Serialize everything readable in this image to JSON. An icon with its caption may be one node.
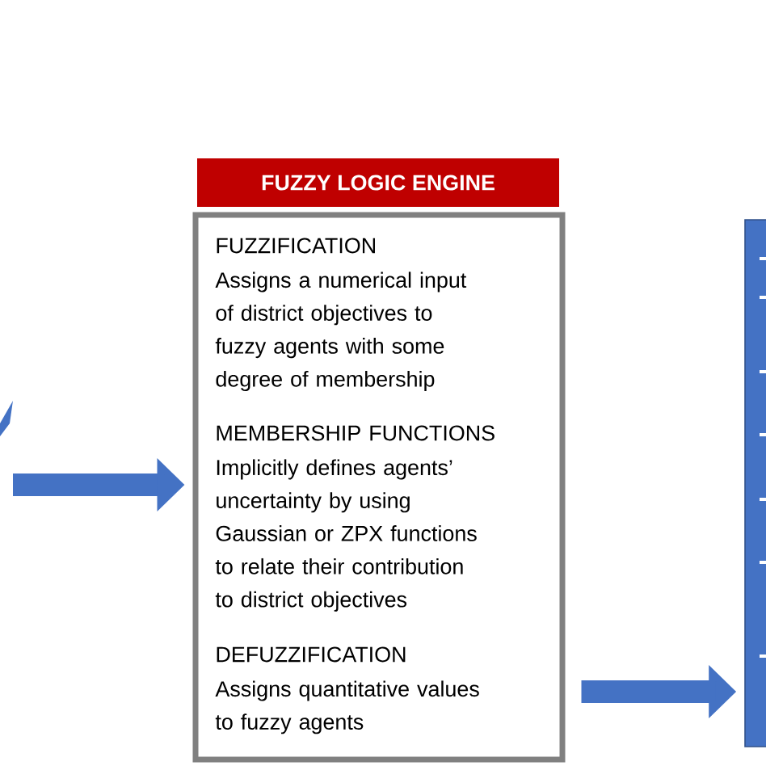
{
  "diagram": {
    "nodes": [
      {
        "text": [
          "FUZZY LOGIC ENGINE"
        ]
      },
      {
        "text": [
          "FUZZIFICATION",
          "Assigns a numerical input of district objectives to fuzzy agents with some degree of membership",
          "MEMBERSHIP FUNCTIONS",
          "Implicitly defines agents’ uncertainty by using Gaussian or ZPX functions to relate their contribution to district objectives",
          "DEFUZZIFICATION",
          "Assigns quantitative values to fuzzy agents"
        ]
      },
      {
        "text": [],
        "shape": "box"
      }
    ],
    "edges": [
      {
        "from": null,
        "to": 1,
        "arrow": "to"
      },
      {
        "from": 1,
        "to": 2,
        "arrow": "to"
      }
    ]
  }
}
